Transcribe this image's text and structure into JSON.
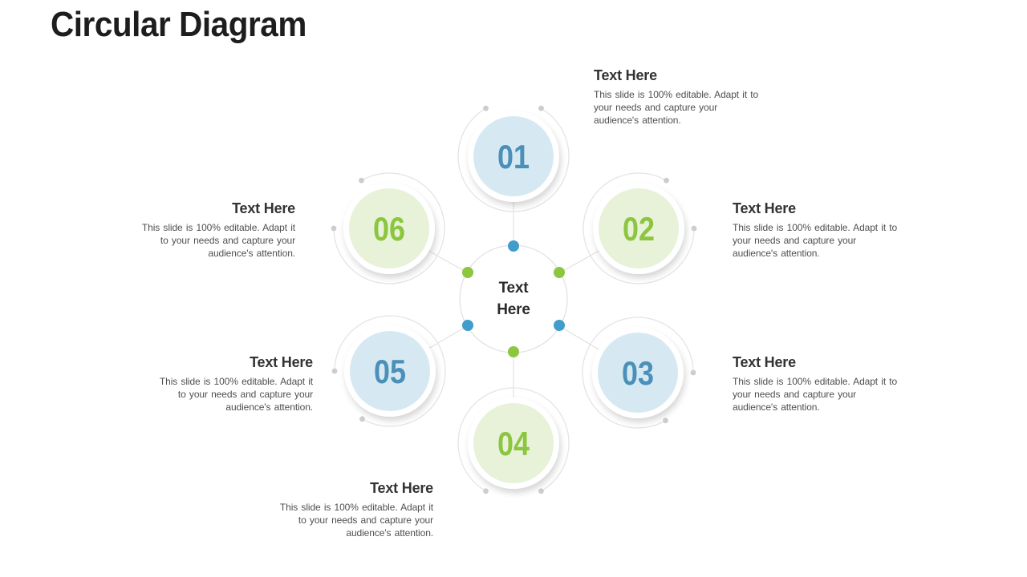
{
  "title": "Circular Diagram",
  "center": {
    "label": "Text\nHere"
  },
  "items": [
    {
      "number": "01",
      "color": "blue",
      "heading": "Text Here",
      "body": "This slide is 100% editable. Adapt it to\nyour needs and capture your\naudience's attention."
    },
    {
      "number": "02",
      "color": "green",
      "heading": "Text Here",
      "body": "This slide is 100% editable. Adapt it to\nyour needs and capture your\naudience's attention."
    },
    {
      "number": "03",
      "color": "blue",
      "heading": "Text Here",
      "body": "This slide is 100% editable. Adapt it to\nyour needs and capture your\naudience's attention."
    },
    {
      "number": "04",
      "color": "green",
      "heading": "Text Here",
      "body": "This slide is 100% editable. Adapt it\nto your needs and capture your\naudience's attention."
    },
    {
      "number": "05",
      "color": "blue",
      "heading": "Text Here",
      "body": "This slide is 100% editable. Adapt it\nto your needs and capture your\naudience's attention."
    },
    {
      "number": "06",
      "color": "green",
      "heading": "Text Here",
      "body": "This slide is 100% editable. Adapt it\nto your needs and capture your\naudience's attention."
    }
  ],
  "colors": {
    "accent_blue": "#4a90b8",
    "accent_green": "#8cc63f",
    "fill_blue": "#d6e9f3",
    "fill_green": "#e7f2d9",
    "hub_dot_blue": "#3f9ccb",
    "hub_dot_green": "#8dc63f",
    "ring_gray": "#e4e4e4"
  }
}
